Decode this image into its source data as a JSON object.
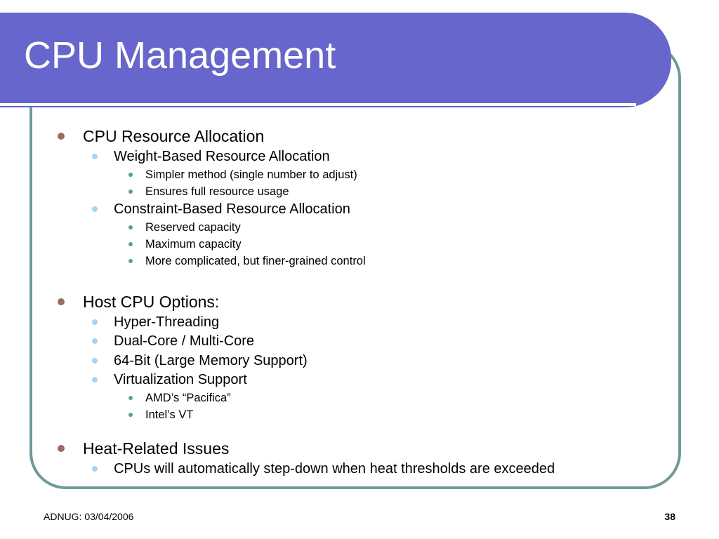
{
  "slide": {
    "title": "CPU Management",
    "colors": {
      "title_bar": "#6666cc",
      "frame_border": "#6d9b98",
      "bullet_level1": "#9a6b63",
      "bullet_level2": "#a8d4f3",
      "bullet_level3": "#5f9b9e"
    },
    "items": [
      {
        "level": 1,
        "text": "CPU Resource Allocation"
      },
      {
        "level": 2,
        "text": "Weight-Based Resource Allocation"
      },
      {
        "level": 3,
        "text": "Simpler method (single number to adjust)"
      },
      {
        "level": 3,
        "text": "Ensures full resource usage"
      },
      {
        "level": 2,
        "text": "Constraint-Based Resource Allocation"
      },
      {
        "level": 3,
        "text": "Reserved capacity"
      },
      {
        "level": 3,
        "text": "Maximum capacity"
      },
      {
        "level": 3,
        "text": "More complicated, but finer-grained control"
      },
      {
        "level": 1,
        "text": "Host CPU Options:"
      },
      {
        "level": 2,
        "text": "Hyper-Threading"
      },
      {
        "level": 2,
        "text": "Dual-Core / Multi-Core"
      },
      {
        "level": 2,
        "text": "64-Bit (Large Memory Support)"
      },
      {
        "level": 2,
        "text": "Virtualization Support"
      },
      {
        "level": 3,
        "text": "AMD’s “Pacifica”"
      },
      {
        "level": 3,
        "text": "Intel’s VT"
      },
      {
        "level": 1,
        "text": "Heat-Related Issues"
      },
      {
        "level": 2,
        "text": "CPUs will automatically step-down when heat thresholds are exceeded"
      }
    ]
  },
  "footer": {
    "left": "ADNUG: 03/04/2006",
    "page_number": "38"
  }
}
